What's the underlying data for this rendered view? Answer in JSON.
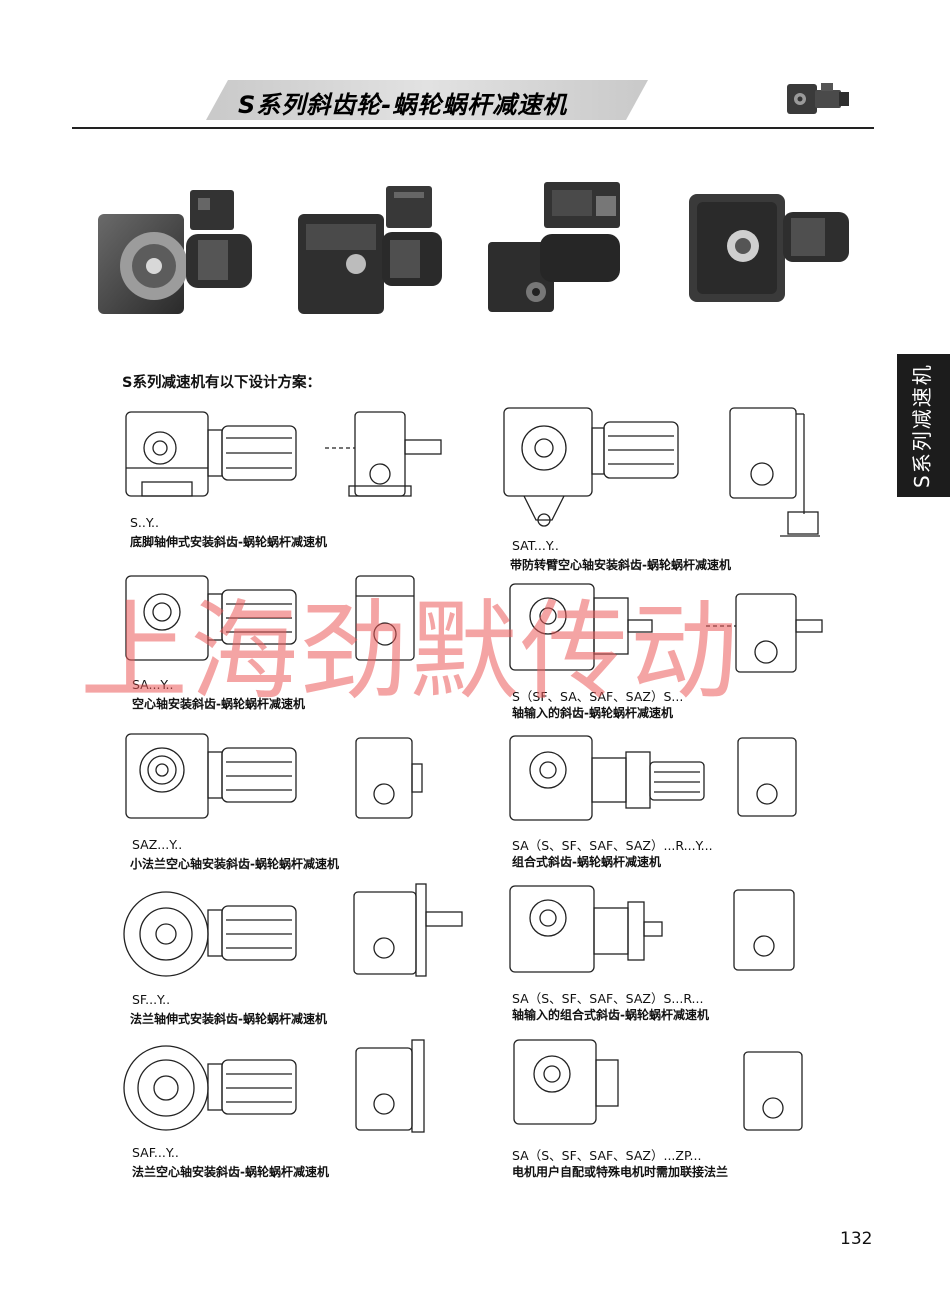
{
  "header": {
    "title": "S系列斜齿轮-蜗轮蜗杆减速机"
  },
  "side_tab": {
    "label": "S系列减速机"
  },
  "intro": "S系列减速机有以下设计方案：",
  "variants": [
    {
      "code": "S..Y..",
      "description": "底脚轴伸式安装斜齿-蜗轮蜗杆减速机"
    },
    {
      "code": "SAT...Y..",
      "description": "带防转臂空心轴安装斜齿-蜗轮蜗杆减速机"
    },
    {
      "code": "SA...Y..",
      "description": "空心轴安装斜齿-蜗轮蜗杆减速机"
    },
    {
      "code": "S（SF、SA、SAF、SAZ）S...",
      "description": "轴输入的斜齿-蜗轮蜗杆减速机"
    },
    {
      "code": "SAZ...Y..",
      "description": "小法兰空心轴安装斜齿-蜗轮蜗杆减速机"
    },
    {
      "code": "SA（S、SF、SAF、SAZ）...R...Y...",
      "description": "组合式斜齿-蜗轮蜗杆减速机"
    },
    {
      "code": "SF...Y..",
      "description": "法兰轴伸式安装斜齿-蜗轮蜗杆减速机"
    },
    {
      "code": "SA（S、SF、SAF、SAZ）S...R...",
      "description": "轴输入的组合式斜齿-蜗轮蜗杆减速机"
    },
    {
      "code": "SAF...Y..",
      "description": "法兰空心轴安装斜齿-蜗轮蜗杆减速机"
    },
    {
      "code": "SA（S、SF、SAF、SAZ）...ZP...",
      "description": "电机用户自配或特殊电机时需加联接法兰"
    }
  ],
  "watermark": "上海劲默传动",
  "page_number": "132"
}
